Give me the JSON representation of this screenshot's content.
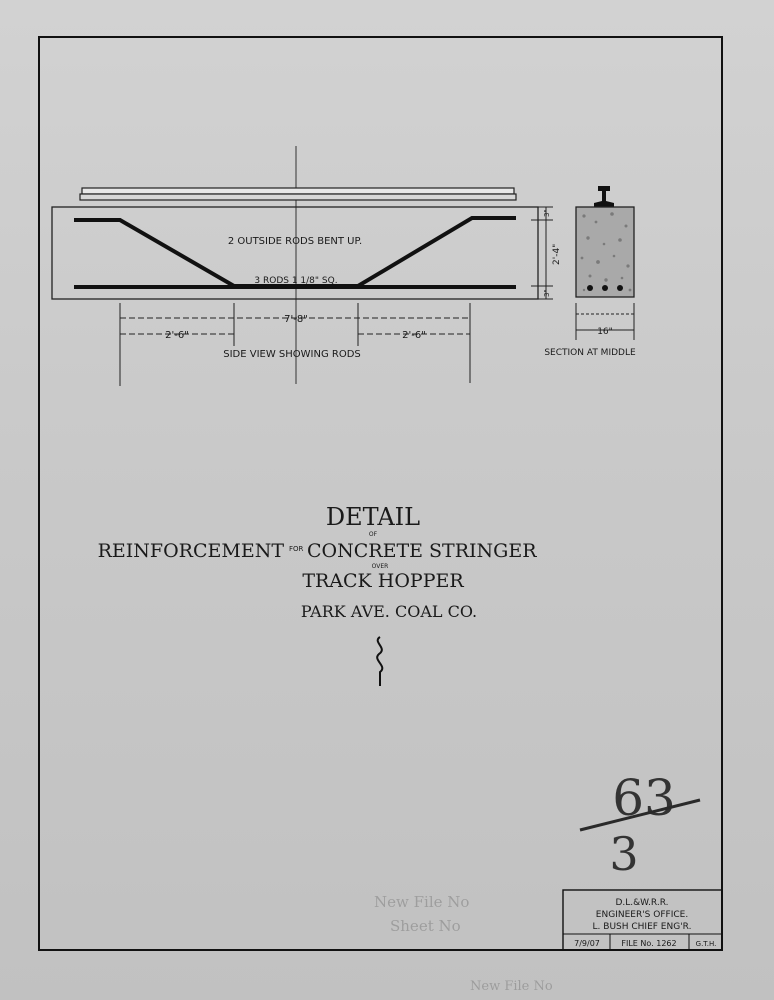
{
  "drawing": {
    "side_view": {
      "rod_note": "2 OUTSIDE RODS BENT UP.",
      "rod_size": "3 RODS 1 1/8\" SQ.",
      "dim_overall": "7'-8\"",
      "dim_left": "2'-6\"",
      "dim_right": "2'-6\"",
      "dim_height": "2'-4\"",
      "dim_top_cover": "3\"",
      "dim_bottom_cover": "3\"",
      "caption": "SIDE VIEW SHOWING RODS"
    },
    "section": {
      "dim_width": "16\"",
      "caption": "SECTION AT MIDDLE"
    },
    "title": {
      "line1": "DETAIL",
      "of": "OF",
      "line2_a": "REINFORCEMENT",
      "for": "FOR",
      "line2_b": "CONCRETE STRINGER",
      "over": "OVER",
      "line3": "TRACK HOPPER",
      "line4": "PARK AVE. COAL CO."
    },
    "sheet_number_top": "63",
    "sheet_number_bottom": "3",
    "faint_stamp": {
      "line1": "New File No",
      "line2": "Sheet No",
      "line3": "New File No"
    },
    "title_block": {
      "line1": "D.L.&W.R.R.",
      "line2": "ENGINEER'S OFFICE.",
      "line3": "L. BUSH CHIEF ENG'R.",
      "date": "7/9/07",
      "file_no": "FILE No. 1262",
      "initials": "G.T.H."
    }
  }
}
